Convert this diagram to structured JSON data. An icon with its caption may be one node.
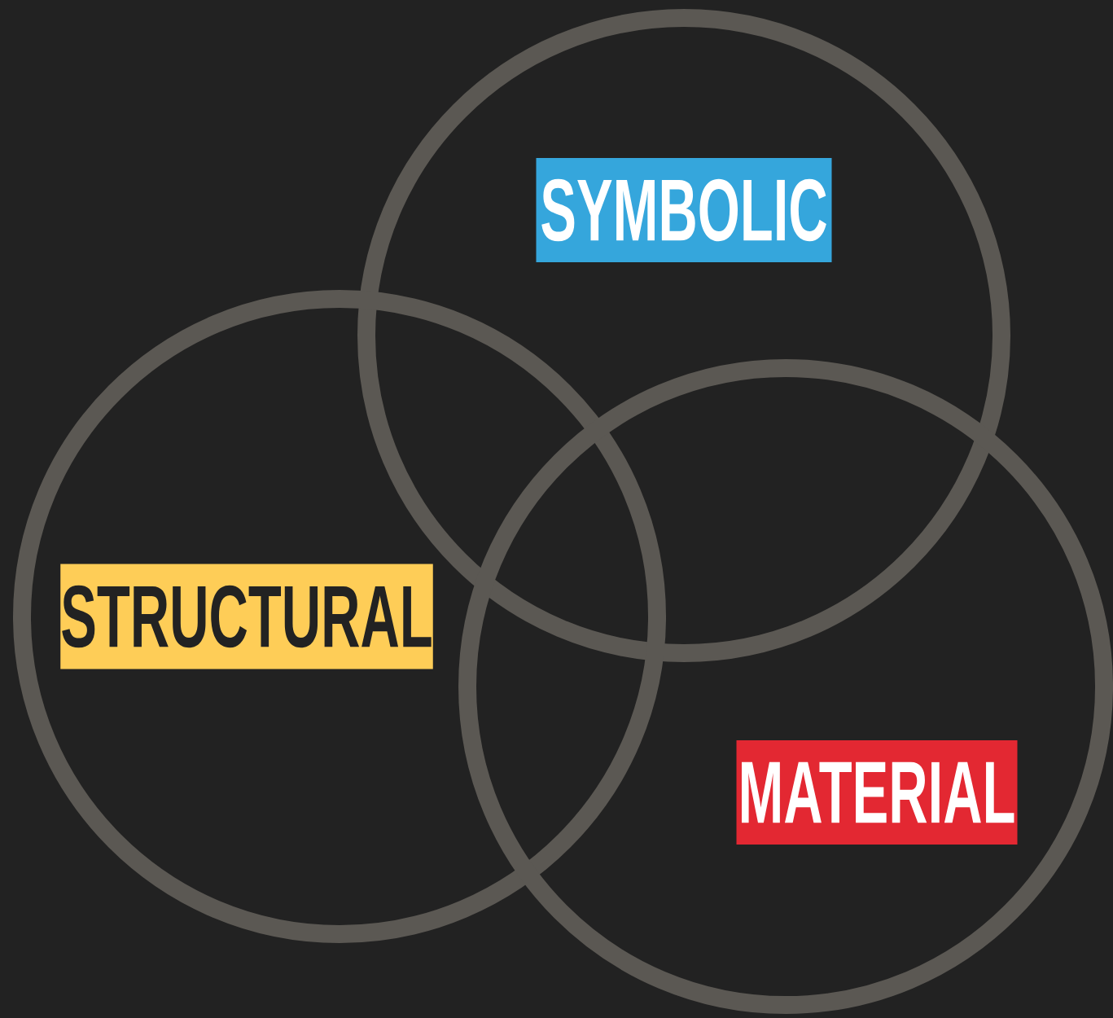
{
  "diagram": {
    "nodes": [
      {
        "text": [],
        "shape": "circle"
      },
      {
        "text": [],
        "shape": "circle"
      },
      {
        "text": [],
        "shape": "circle"
      },
      {
        "text": [
          "SYMBOLIC"
        ],
        "in": 0
      },
      {
        "text": [
          "STRUCTURAL"
        ],
        "in": 1
      },
      {
        "text": [
          "MATERIAL"
        ],
        "in": 2
      }
    ]
  }
}
